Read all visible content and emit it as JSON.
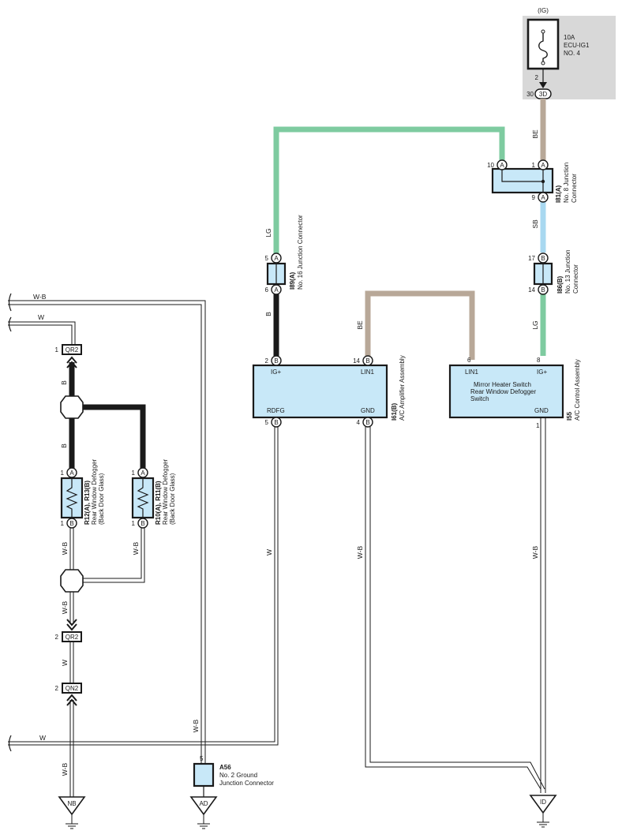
{
  "fuse": {
    "ig_label": "(IG)",
    "rating": "10A",
    "name": "ECU-IG1",
    "number": "NO. 4",
    "pin_top": "2",
    "pin_30": "30",
    "conn_3d": "3D"
  },
  "wire_colors": {
    "be": "BE",
    "lg": "LG",
    "sb": "SB",
    "b": "B",
    "w": "W",
    "wb": "W-B"
  },
  "colors": {
    "light_green": "#7ecba0",
    "tan": "#b8a898",
    "sky_blue": "#a8d8f0",
    "black": "#1a1a1a",
    "fill_blue": "#c8e8f8",
    "shade": "#d8d8d8"
  },
  "j81": {
    "code": "I81(A)",
    "name": "No. 8 Junction",
    "sub": "Connector",
    "pin10": "10",
    "pin1": "1",
    "pin9": "9",
    "letter": "A"
  },
  "j89": {
    "code": "I89(A)",
    "name": "No. 16 Junction Connector",
    "pin5": "5",
    "pin6": "6",
    "letter": "A"
  },
  "j86": {
    "code": "I86(B)",
    "name": "No. 13 Junction",
    "sub": "Connector",
    "pin17": "17",
    "pin14": "14",
    "letter": "B"
  },
  "amp": {
    "code": "I61(B)",
    "name": "A/C Amplifier Assembly",
    "ig": "IG+",
    "lin1": "LIN1",
    "rdfg": "RDFG",
    "gnd": "GND",
    "pin2": "2",
    "pin14": "14",
    "pin5": "5",
    "pin4": "4",
    "letter": "B"
  },
  "ctrl": {
    "code": "I55",
    "name": "A/C Control Assembly",
    "line1": "Mirror Heater Switch",
    "line2": "Rear Window Defogger",
    "line3": "Switch",
    "lin1": "LIN1",
    "ig": "IG+",
    "gnd": "GND",
    "pin6": "6",
    "pin8": "8",
    "pin1": "1"
  },
  "defog1": {
    "code": "R12(A), R13(B)",
    "name": "Rear Window Defogger",
    "sub": "(Back Door Glass)",
    "pin_a": "1",
    "pin_b": "1",
    "letter_a": "A",
    "letter_b": "B"
  },
  "defog2": {
    "code": "R10(A), R11(B)",
    "name": "Rear Window Defogger",
    "sub": "(Back Door Glass)",
    "pin_a": "1",
    "pin_b": "1",
    "letter_a": "A",
    "letter_b": "B"
  },
  "connectors": {
    "qr2_top_pin": "1",
    "qr2_top": "QR2",
    "qr2_bot_pin": "2",
    "qr2_bot": "QR2",
    "qn2_pin": "2",
    "qn2": "QN2"
  },
  "a56": {
    "code": "A56",
    "name": "No. 2 Ground",
    "sub": "Junction Connector",
    "pin": "5"
  },
  "grounds": {
    "nb": "NB",
    "ad": "AD",
    "id": "ID"
  }
}
